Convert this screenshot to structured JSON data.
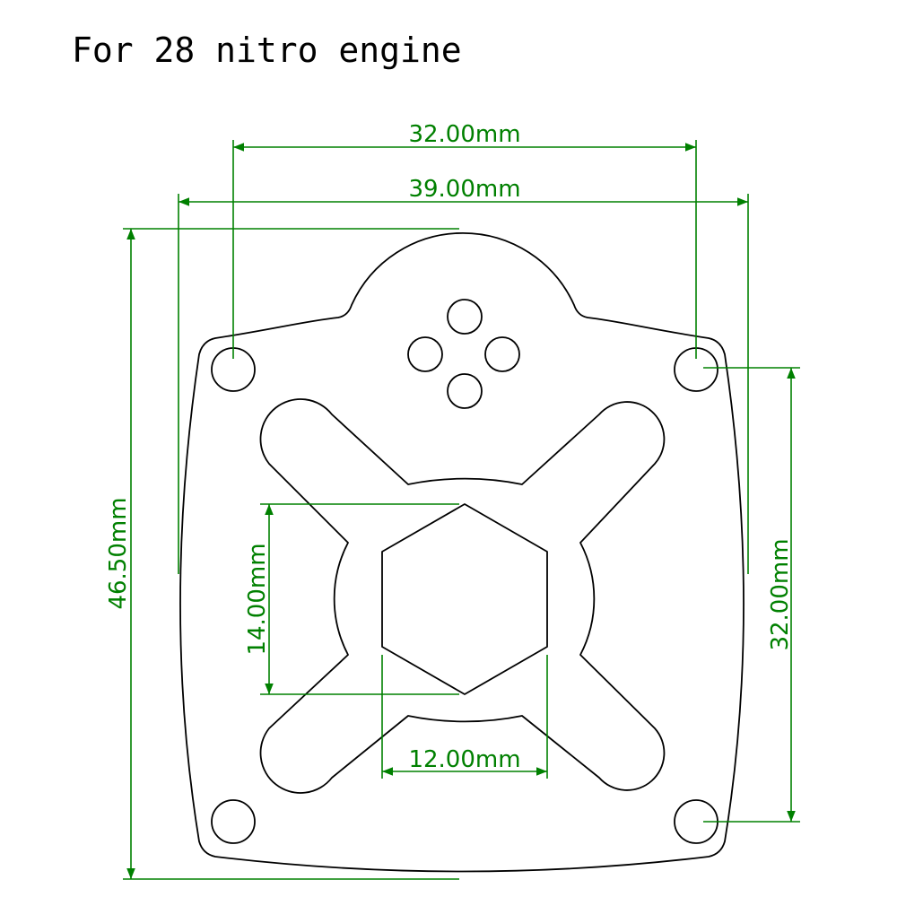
{
  "title": "For 28 nitro engine",
  "colors": {
    "outline": "#000000",
    "dimension": "#008000",
    "background": "#ffffff"
  },
  "dimensions": {
    "mount_hole_spacing_top": "32.00mm",
    "plate_width": "39.00mm",
    "plate_height": "46.50mm",
    "hex_height": "14.00mm",
    "hex_width": "12.00mm",
    "mount_hole_spacing_right": "32.00mm"
  }
}
